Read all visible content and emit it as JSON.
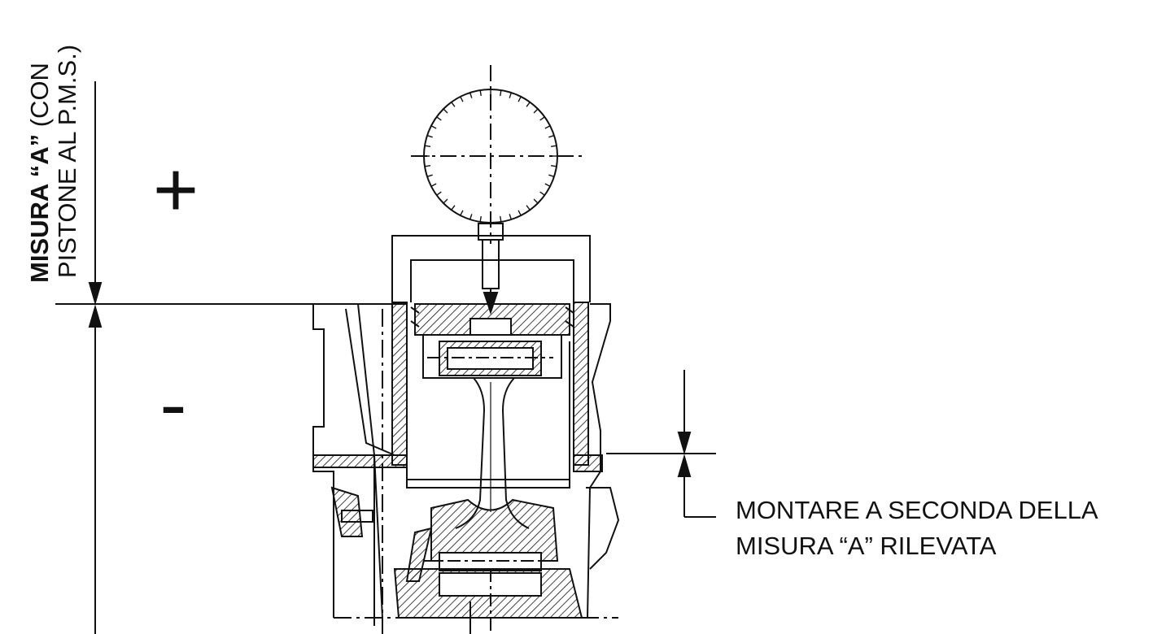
{
  "labels": {
    "measure_a_bold": "MISURA “A”",
    "measure_a_rest": " (CON",
    "measure_a_line2": "PISTONE AL P.M.S.)",
    "plus_sign": "+",
    "minus_sign": "-",
    "mount_note_line1": "MONTARE A SECONDA DELLA",
    "mount_note_line2": "MISURA “A” RILEVATA"
  },
  "colors": {
    "ink": "#111111",
    "background": "#ffffff"
  }
}
